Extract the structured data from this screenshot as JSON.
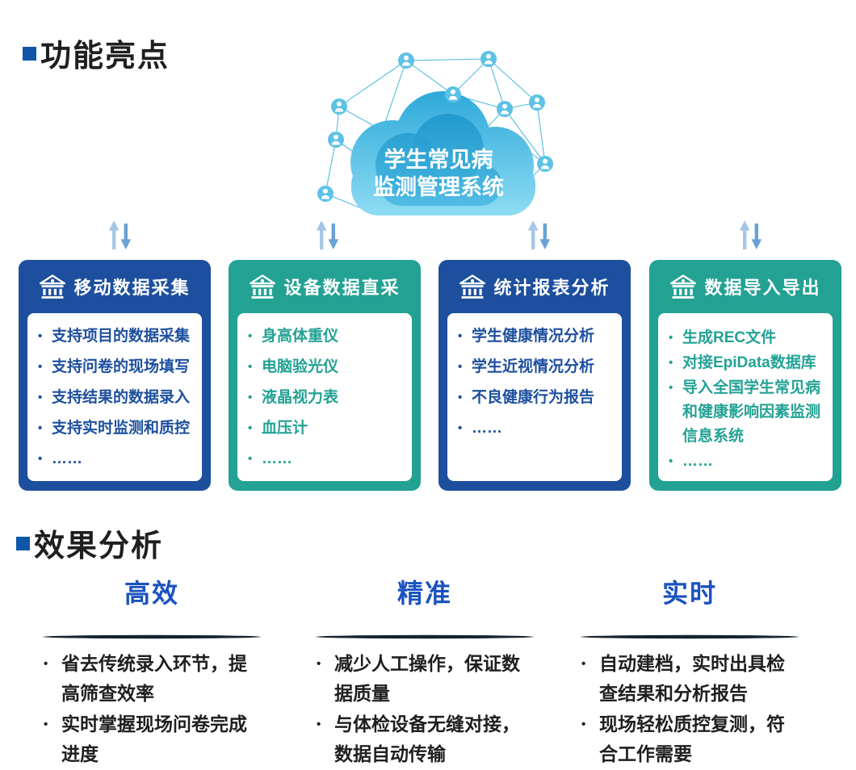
{
  "features": {
    "heading": "功能亮点",
    "cloud": {
      "title_line1": "学生常见病",
      "title_line2": "监测管理系统"
    },
    "cards": [
      {
        "title": "移动数据采集",
        "color": "#1d4f9e",
        "icon": "bank-building-icon",
        "items": [
          "支持项目的数据采集",
          "支持问卷的现场填写",
          "支持结果的数据录入",
          "支持实时监测和质控",
          "……"
        ]
      },
      {
        "title": "设备数据直采",
        "color": "#23a294",
        "icon": "bank-building-icon",
        "items": [
          "身高体重仪",
          "电脑验光仪",
          "液晶视力表",
          "血压计",
          "……"
        ]
      },
      {
        "title": "统计报表分析",
        "color": "#1d4f9e",
        "icon": "bank-building-icon",
        "items": [
          "学生健康情况分析",
          "学生近视情况分析",
          "不良健康行为报告",
          "……"
        ]
      },
      {
        "title": "数据导入导出",
        "color": "#23a294",
        "icon": "bank-building-icon",
        "items": [
          "生成REC文件",
          "对接EpiData数据库",
          "导入全国学生常见病和健康影响因素监测信息系统",
          "……"
        ]
      }
    ]
  },
  "effects": {
    "heading": "效果分析",
    "columns": [
      {
        "title": "高效",
        "items": [
          "省去传统录入环节，提高筛查效率",
          "实时掌握现场问卷完成进度"
        ]
      },
      {
        "title": "精准",
        "items": [
          "减少人工操作，保证数据质量",
          "与体检设备无缝对接，数据自动传输"
        ]
      },
      {
        "title": "实时",
        "items": [
          "自动建档，实时出具检查结果和分析报告",
          "现场轻松质控复测，符合工作需要"
        ]
      }
    ]
  },
  "colors": {
    "card_blue": "#1d4f9e",
    "card_teal": "#23a294",
    "heading_square": "#0f56a9",
    "effect_title_blue": "#1a52c0",
    "cloud_dark": "#1f9ed3",
    "cloud_light": "#8edcf3",
    "network_line": "#55bce4",
    "arrow_up": "#a5c7e5",
    "arrow_down": "#67a2d6",
    "divider_dark": "#15242f"
  }
}
